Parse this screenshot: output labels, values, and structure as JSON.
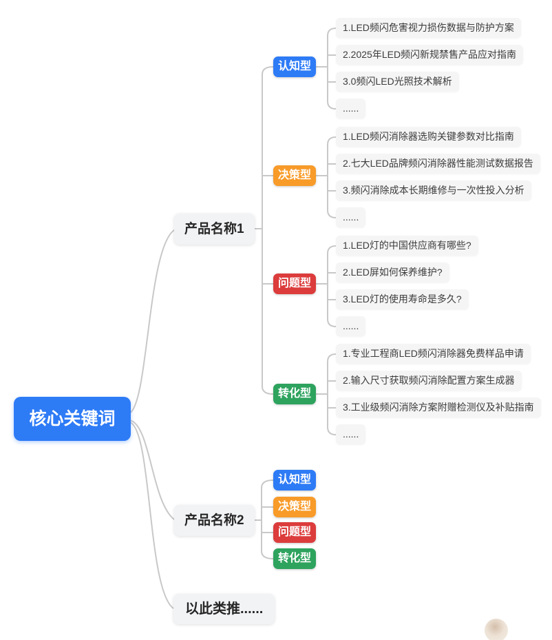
{
  "root": {
    "label": "核心关键词"
  },
  "colors": {
    "blue": "#2E7BF6",
    "orange": "#F89B29",
    "red": "#DC3C3C",
    "green": "#2EA35E",
    "line": "#C8C8C8"
  },
  "products": [
    {
      "label": "产品名称1",
      "types": [
        {
          "label": "认知型",
          "color": "blue",
          "items": [
            "1.LED频闪危害视力损伤数据与防护方案",
            "2.2025年LED频闪新规禁售产品应对指南",
            "3.0频闪LED光照技术解析",
            "......"
          ]
        },
        {
          "label": "决策型",
          "color": "orange",
          "items": [
            "1.LED频闪消除器选购关键参数对比指南",
            "2.七大LED品牌频闪消除器性能测试数据报告",
            "3.频闪消除成本长期维修与一次性投入分析",
            "......"
          ]
        },
        {
          "label": "问题型",
          "color": "red",
          "items": [
            "1.LED灯的中国供应商有哪些?",
            "2.LED屏如何保养维护?",
            "3.LED灯的使用寿命是多久?",
            "......"
          ]
        },
        {
          "label": "转化型",
          "color": "green",
          "items": [
            "1.专业工程商LED频闪消除器免费样品申请",
            "2.输入尺寸获取频闪消除配置方案生成器",
            "3.工业级频闪消除方案附赠检测仪及补贴指南",
            "......"
          ]
        }
      ]
    },
    {
      "label": "产品名称2",
      "types": [
        {
          "label": "认知型",
          "color": "blue"
        },
        {
          "label": "决策型",
          "color": "orange"
        },
        {
          "label": "问题型",
          "color": "red"
        },
        {
          "label": "转化型",
          "color": "green"
        }
      ]
    }
  ],
  "more_label": "以此类推......"
}
